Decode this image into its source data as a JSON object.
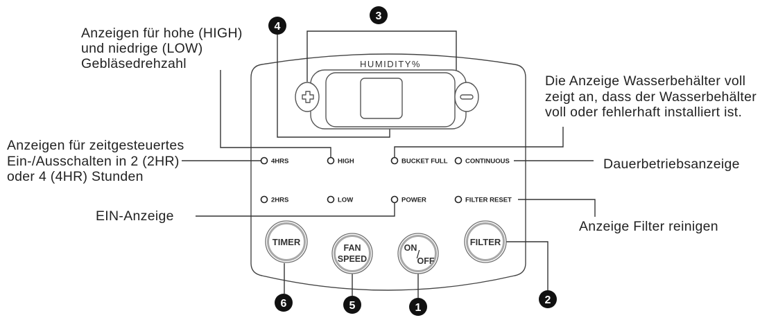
{
  "callouts": {
    "c1": "1",
    "c2": "2",
    "c3": "3",
    "c4": "4",
    "c5": "5",
    "c6": "6"
  },
  "display": {
    "label": "HUMIDITY%",
    "increase_icon": "plus-icon",
    "decrease_icon": "minus-icon"
  },
  "indicators": {
    "row1": [
      "4HRS",
      "HIGH",
      "BUCKET FULL",
      "CONTINUOUS"
    ],
    "row2": [
      "2HRS",
      "LOW",
      "POWER",
      "FILTER RESET"
    ]
  },
  "buttons": {
    "timer": "TIMER",
    "fan_speed": [
      "FAN",
      "SPEED"
    ],
    "on_off": {
      "on": "ON",
      "slash": "/",
      "off": "OFF"
    },
    "filter": "FILTER"
  },
  "annotations": {
    "fan_speed_leds": [
      "Anzeigen für hohe (HIGH)",
      "und niedrige (LOW)",
      "Gebläsedrehzahl"
    ],
    "bucket_full_led": [
      "Die Anzeige Wasserbehälter voll",
      "zeigt an, dass der Wasserbehälter",
      "voll oder fehlerhaft installiert ist."
    ],
    "timer_leds": [
      "Anzeigen für zeitgesteuertes",
      "Ein-/Ausschalten in 2 (2HR)",
      "oder 4 (4HR) Stunden"
    ],
    "continuous_led": "Dauerbetriebsanzeige",
    "power_led": "EIN-Anzeige",
    "filter_reset_led": "Anzeige Filter reinigen"
  },
  "colors": {
    "ink": "#222222",
    "line": "#333333",
    "callout_fill": "#111111",
    "button_ring": "#a8a8a8",
    "background": "#ffffff"
  }
}
